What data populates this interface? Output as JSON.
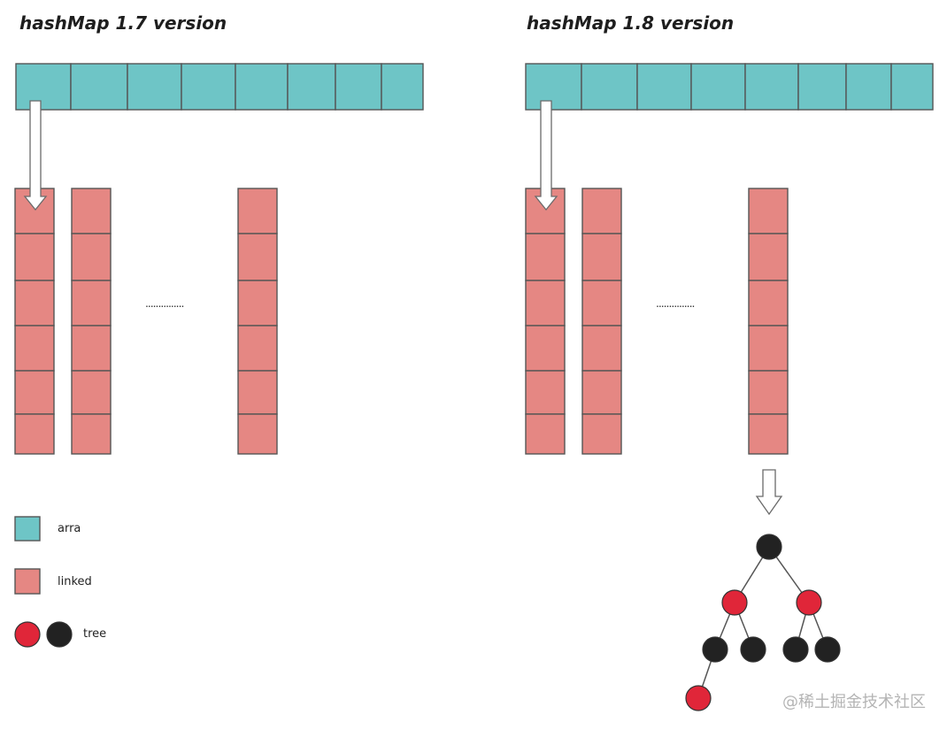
{
  "panels": {
    "v17": {
      "title": "hashMap 1.7 version",
      "ellipsis": "..............."
    },
    "v18": {
      "title": "hashMap 1.8 version",
      "ellipsis": "..............."
    }
  },
  "legend": {
    "array_label": "arra",
    "linked_label": "linked",
    "tree_label": "tree"
  },
  "watermark": "@稀土掘金技术社区",
  "colors": {
    "array_cell": "#6ec5c6",
    "linked_cell": "#e58783",
    "tree_red": "#e02639",
    "tree_black": "#222222",
    "stroke": "#555555"
  },
  "structure": {
    "array_buckets": 8,
    "visible_chains": 3,
    "chain_length": 6,
    "tree_nodes": [
      {
        "id": "root",
        "color": "black",
        "parent": null
      },
      {
        "id": "L",
        "color": "red",
        "parent": "root"
      },
      {
        "id": "R",
        "color": "red",
        "parent": "root"
      },
      {
        "id": "LL",
        "color": "black",
        "parent": "L"
      },
      {
        "id": "LR",
        "color": "black",
        "parent": "L"
      },
      {
        "id": "RL",
        "color": "black",
        "parent": "R"
      },
      {
        "id": "RR",
        "color": "black",
        "parent": "R"
      },
      {
        "id": "LLL",
        "color": "red",
        "parent": "LL"
      }
    ]
  }
}
